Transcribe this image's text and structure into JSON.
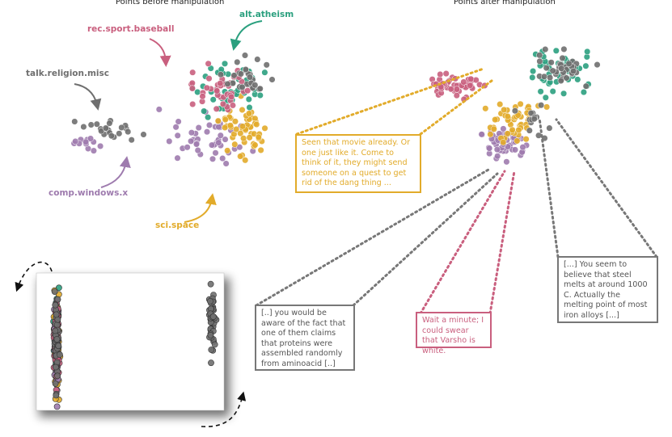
{
  "titles": {
    "left": "Points before manipulation",
    "right": "Points after manipulation"
  },
  "labels": {
    "baseball": "rec.sport.baseball",
    "atheism": "alt.atheism",
    "religion": "talk.religion.misc",
    "windows": "comp.windows.x",
    "space": "sci.space"
  },
  "quotes": {
    "space": "Seen that movie already. Or one just like it. Come to think of it, they might send someone on a quest to get rid of the dang thing ...",
    "proteins": "[..] you would be aware of the fact that one of them claims that proteins were assembled randomly from aminoacid [..]",
    "varsho": "Wait a minute; I could swear that Varsho is white.",
    "steel": "[...] You seem to believe that steel melts at around 1000 C. Actually the melting point of most iron alloys [...]"
  },
  "colors": {
    "baseball": "#c95f7e",
    "atheism": "#2ba07f",
    "religion": "#6f6f6f",
    "windows": "#9e7bae",
    "space": "#e2ab2a"
  }
}
